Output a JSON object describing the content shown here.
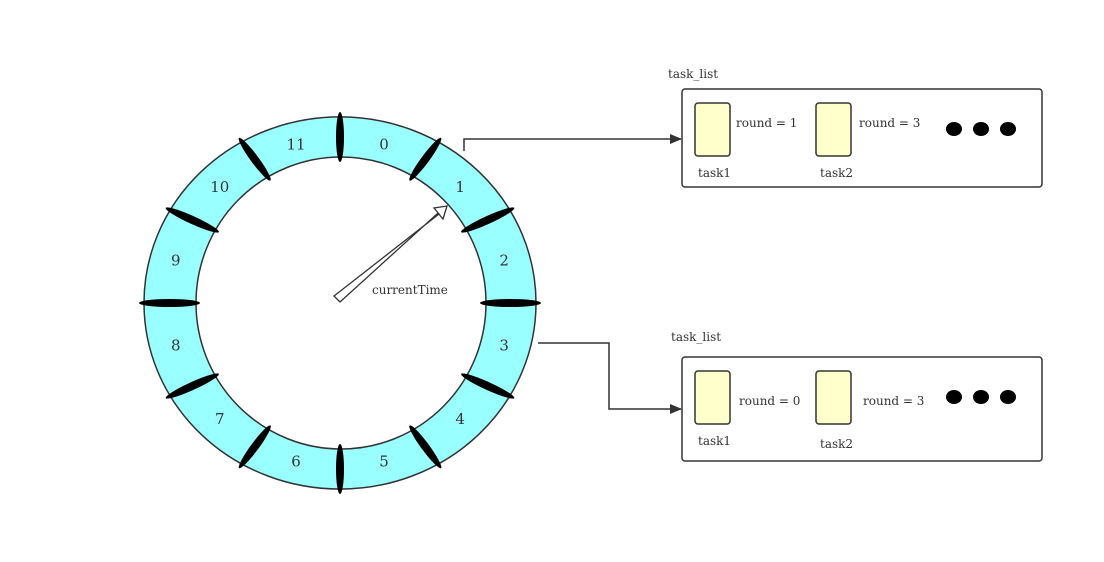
{
  "wheel": {
    "slots": [
      "0",
      "1",
      "2",
      "3",
      "4",
      "5",
      "6",
      "7",
      "8",
      "9",
      "10",
      "11"
    ],
    "pointer_label": "currentTime",
    "ring_color": "#99ffff"
  },
  "task_lists": [
    {
      "title": "task_list",
      "tasks": [
        {
          "name": "task1",
          "round": "round = 1"
        },
        {
          "name": "task2",
          "round": "round = 3"
        }
      ]
    },
    {
      "title": "task_list",
      "tasks": [
        {
          "name": "task1",
          "round": "round = 0"
        },
        {
          "name": "task2",
          "round": "round = 3"
        }
      ]
    }
  ],
  "task_color": "#ffffcc"
}
